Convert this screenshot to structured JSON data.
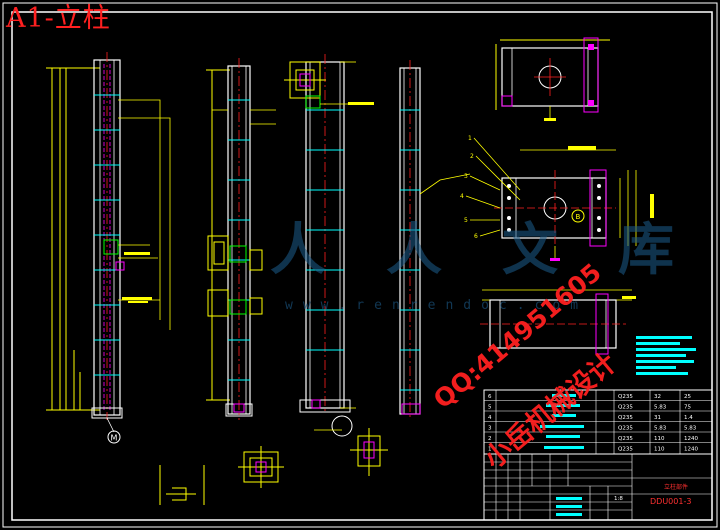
{
  "title": "A1-立柱",
  "watermark": {
    "site_name": "人人文库",
    "site_url": "www.renrendoc.com",
    "contact": "QQ:414951605",
    "service": "小岳机械设计"
  },
  "title_block": {
    "drawing_name": "立柱部件",
    "drawing_number": "DDU001-3",
    "scale": "1:8"
  },
  "bom_rows": [
    {
      "no": "6",
      "material": "Q235",
      "qty": "32",
      "weight": "25"
    },
    {
      "no": "5",
      "material": "Q235",
      "qty": "5.83",
      "weight": "75"
    },
    {
      "no": "4",
      "material": "Q235",
      "qty": "31",
      "weight": "1.4"
    },
    {
      "no": "3",
      "material": "Q235",
      "qty": "5.83",
      "weight": "5.83"
    },
    {
      "no": "2",
      "material": "Q235",
      "qty": "110",
      "weight": "1240"
    },
    {
      "no": "1",
      "material": "Q235",
      "qty": "110",
      "weight": "1240"
    }
  ],
  "balloons": [
    "1",
    "2",
    "3",
    "4",
    "5",
    "6"
  ],
  "colors": {
    "background": "#000000",
    "frame": "#ffffff",
    "outline": "#ffffff",
    "dimension": "#ffff00",
    "hidden": "#ff00ff",
    "center": "#ff2020",
    "section": "#00ffff",
    "watermark": "#ff2020"
  }
}
